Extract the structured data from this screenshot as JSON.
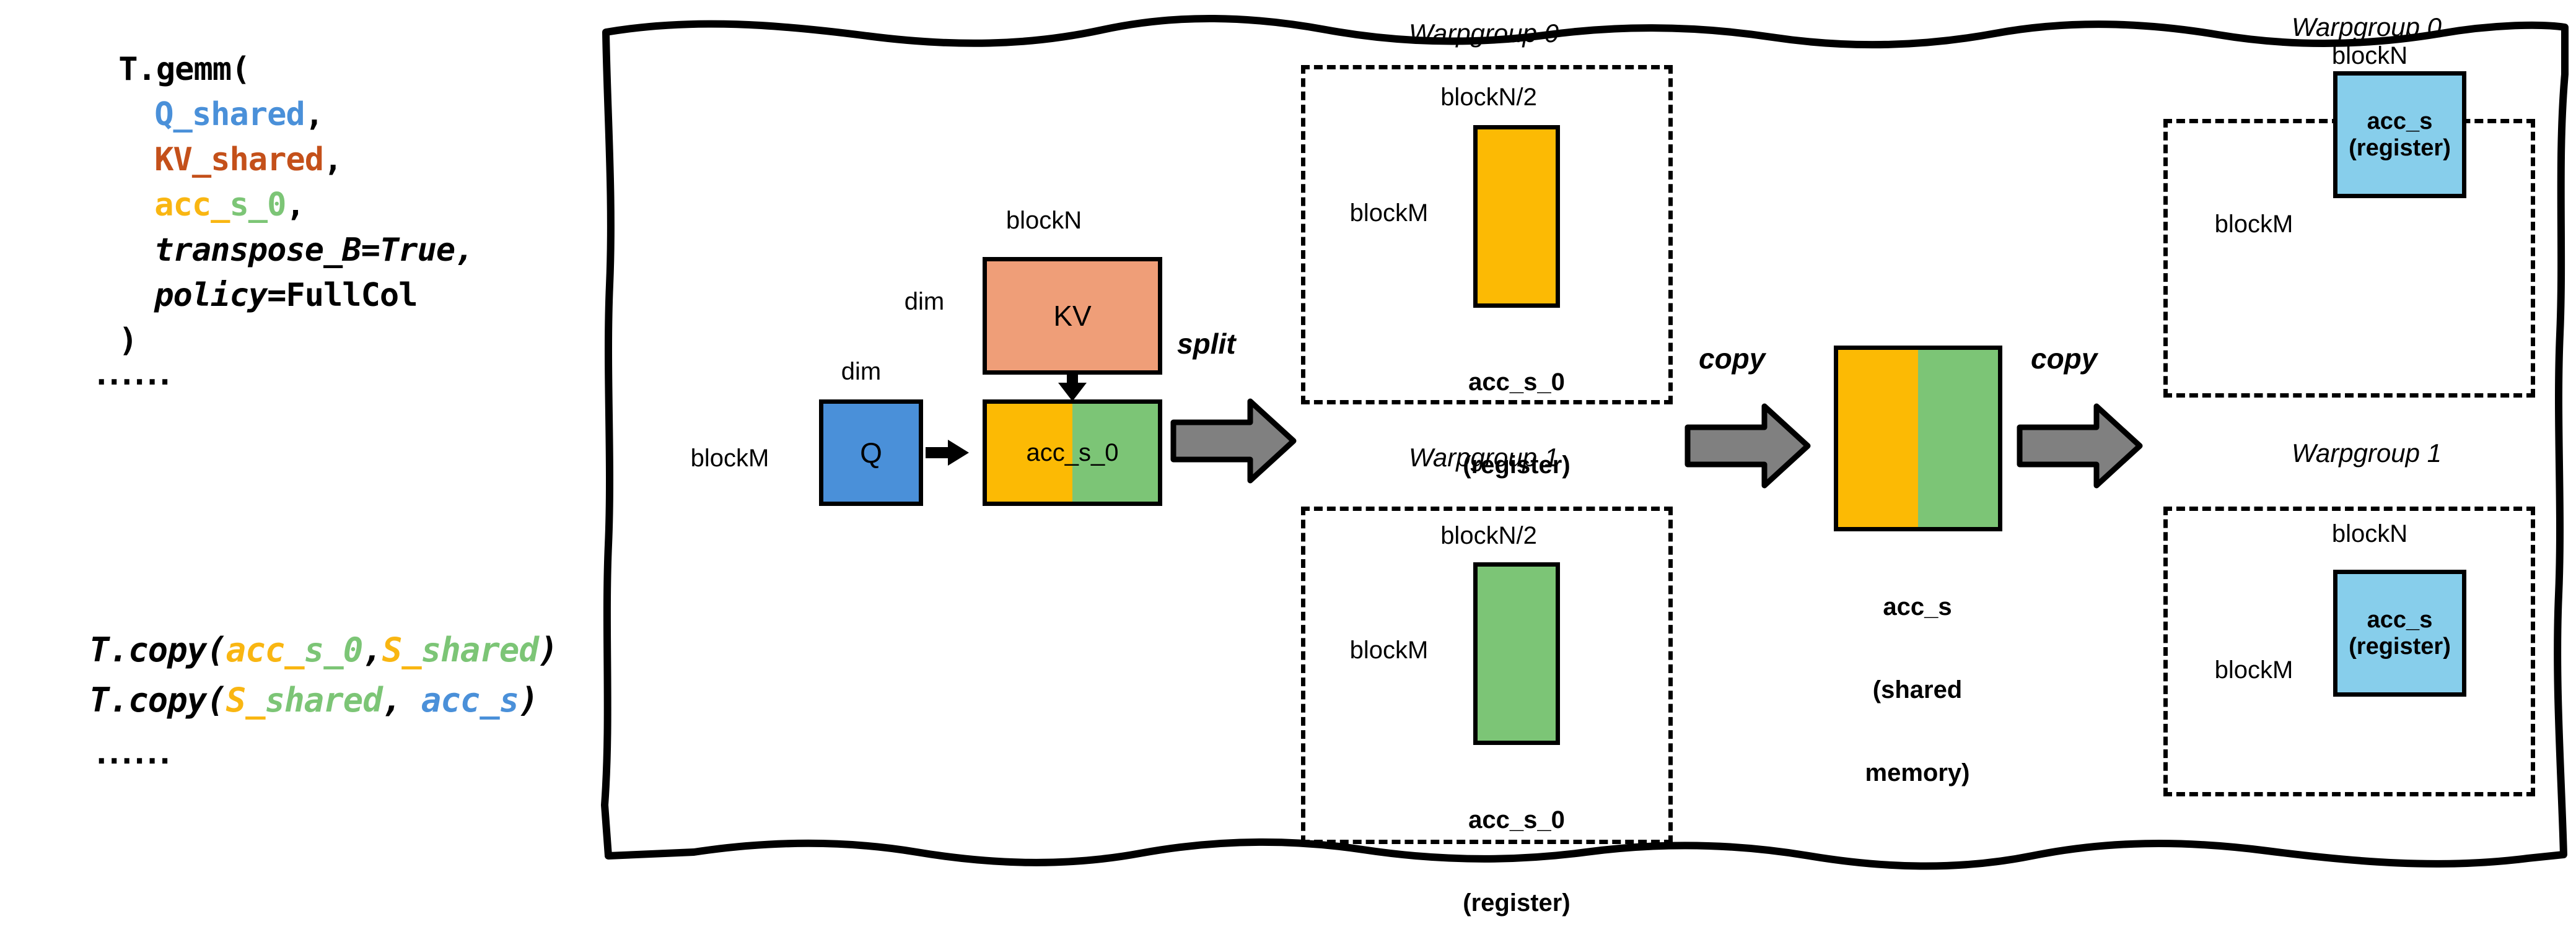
{
  "code": {
    "gemm": {
      "l1": "T.gemm(",
      "l2_var": "Q_shared",
      "l2_comma": ",",
      "l3_var": "KV_shared",
      "l3_comma": ",",
      "l4_a": "acc",
      "l4_b": "_",
      "l4_c": "s_0",
      "l4_comma": ",",
      "l5": "transpose_B=True,",
      "l6_kw": "policy",
      "l6_val": "=FullCol",
      "l7": ")"
    },
    "ellipsis_top": "......",
    "copy1": {
      "fn": "T.copy(",
      "a1_acc": "acc",
      "a1_us": "_",
      "a1_s0": "s_0",
      "comma": ",",
      "a2_S": "S_",
      "a2_shared": "shared",
      "close": ")"
    },
    "copy2": {
      "fn": "T.copy(",
      "a1_S": "S_",
      "a1_shared": "shared",
      "comma": ", ",
      "a2": "acc_s",
      "close": ")"
    },
    "ellipsis_bottom": "......"
  },
  "diagram": {
    "q_block": {
      "label": "Q",
      "dim_label": "dim",
      "blockm_label": "blockM",
      "color": "#4a90d9"
    },
    "kv_block": {
      "label": "KV",
      "dim_label": "dim",
      "blockn_label": "blockN",
      "color": "#ef9e78"
    },
    "acc_s_0_block": {
      "label": "acc_s_0",
      "left_color": "#fcba04",
      "right_color": "#7cc576"
    },
    "op_split": "split",
    "op_copy_1": "copy",
    "op_copy_2": "copy",
    "wg0_left": {
      "title": "Warpgroup 0",
      "top_label": "blockN/2",
      "side_label": "blockM",
      "caption_line1": "acc_s_0",
      "caption_line2": "(register)",
      "color": "#fcba04"
    },
    "wg1_left": {
      "title": "Warpgroup 1",
      "top_label": "blockN/2",
      "side_label": "blockM",
      "caption_line1": "acc_s_0",
      "caption_line2": "(register)",
      "color": "#7cc576"
    },
    "shared_mem": {
      "caption_line1": "acc_s",
      "caption_line2": "(shared",
      "caption_line3": "memory)",
      "left_color": "#fcba04",
      "right_color": "#7cc576"
    },
    "wg0_right": {
      "title": "Warpgroup 0",
      "top_label": "blockN",
      "side_label": "blockM",
      "inner_line1": "acc_s",
      "inner_line2": "(register)",
      "color": "#87ceeb"
    },
    "wg1_right": {
      "title": "Warpgroup 1",
      "top_label": "blockN",
      "side_label": "blockM",
      "inner_line1": "acc_s",
      "inner_line2": "(register)",
      "color": "#87ceeb"
    },
    "arrow_color": "#808080",
    "border_color": "#000000"
  }
}
